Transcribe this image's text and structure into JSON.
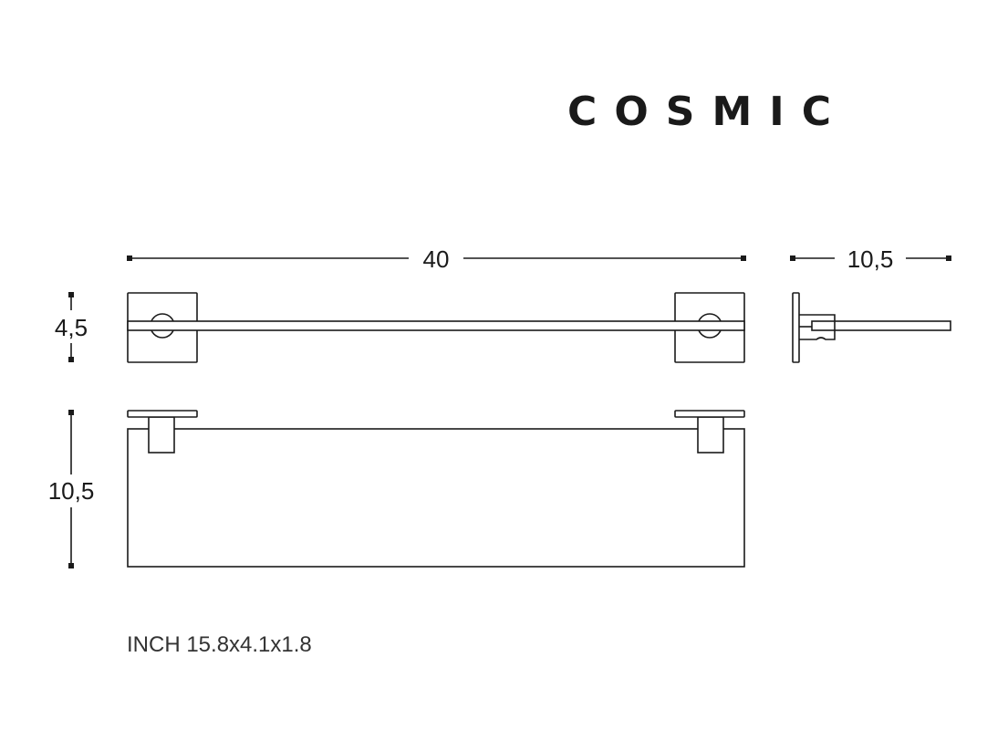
{
  "brand": "COSMIC",
  "dimensions": {
    "width": "40",
    "depth_side": "10,5",
    "height_front": "4,5",
    "depth_top": "10,5"
  },
  "inch_label": "INCH 15.8x4.1x1.8",
  "colors": {
    "line": "#1a1a1a",
    "background": "#ffffff"
  }
}
